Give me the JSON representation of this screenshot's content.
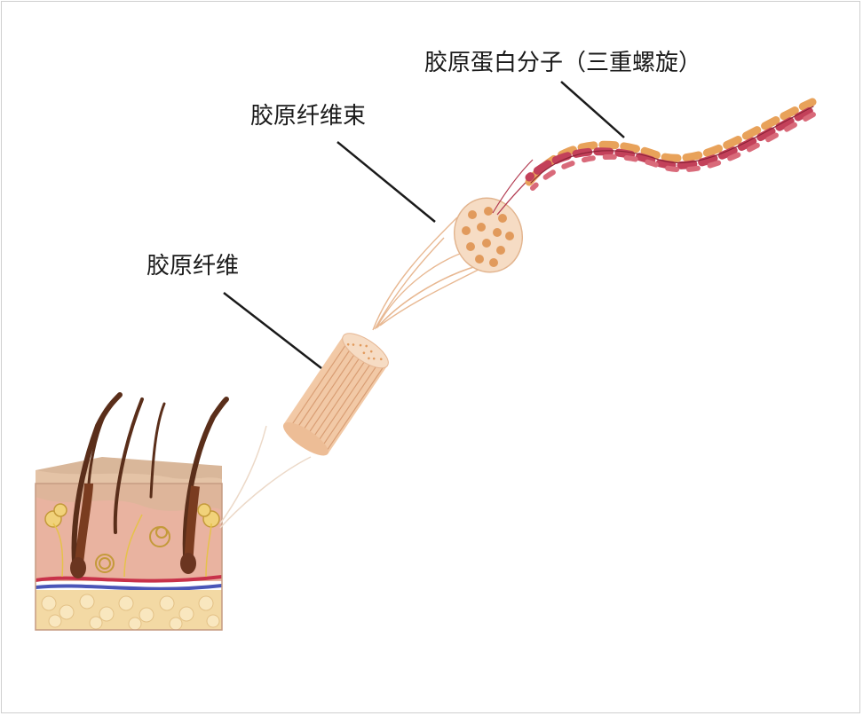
{
  "labels": {
    "molecule": "胶原蛋白分子（三重螺旋）",
    "bundle": "胶原纤维束",
    "fiber": "胶原纤维"
  },
  "colors": {
    "skin_surface": "#d9b79a",
    "dermis": "#e9b3a0",
    "fat": "#f3d9a4",
    "hair": "#5a2e1a",
    "fiber": "#f2c9a6",
    "fiber_stripe": "#d99e74",
    "bundle_dot": "#e19a5c",
    "helix_red": "#c3415a",
    "helix_orange": "#e8a25a",
    "artery": "#c8324a",
    "vein": "#4a56b8"
  },
  "icons": [
    "skin-cross-section-icon",
    "hair-follicle-icon",
    "collagen-fiber-icon",
    "fiber-bundle-icon",
    "triple-helix-icon"
  ]
}
